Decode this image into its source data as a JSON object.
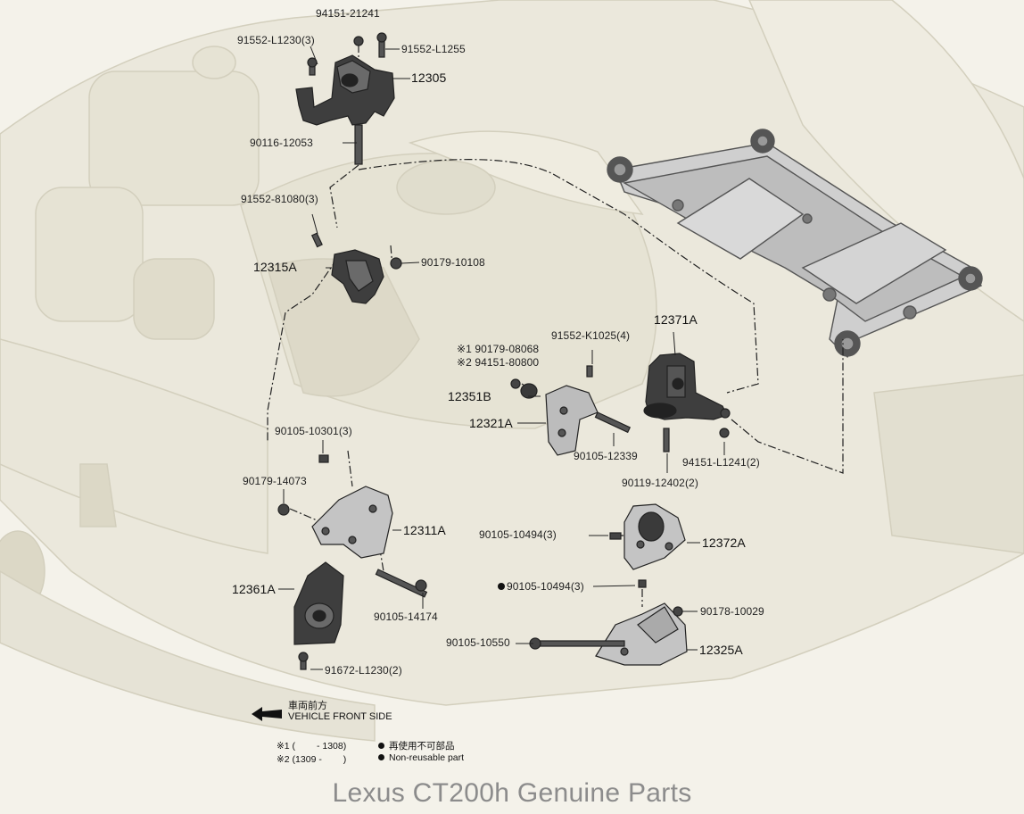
{
  "labels": {
    "p94151_21241": "94151-21241",
    "p91552_L1230_3": "91552-L1230(3)",
    "p91552_L1255": "91552-L1255",
    "p12305": "12305",
    "p90116_12053": "90116-12053",
    "p91552_81080_3": "91552-81080(3)",
    "p12315A": "12315A",
    "p90179_10108": "90179-10108",
    "p12371A": "12371A",
    "p91552_K1025_4": "91552-K1025(4)",
    "p90179_08068": "※1 90179-08068",
    "p94151_80800": "※2 94151-80800",
    "p12351B": "12351B",
    "p12321A": "12321A",
    "p90105_12339": "90105-12339",
    "p94151_L1241_2": "94151-L1241(2)",
    "p90119_12402_2": "90119-12402(2)",
    "p90105_10301_3": "90105-10301(3)",
    "p90179_14073": "90179-14073",
    "p12311A": "12311A",
    "p12361A": "12361A",
    "p90105_14174": "90105-14174",
    "p91672_L1230_2": "91672-L1230(2)",
    "p90105_10494_3a": "90105-10494(3)",
    "p12372A": "12372A",
    "p90105_10494_3b": "90105-10494(3)",
    "p90178_10029": "90178-10029",
    "p90105_10550": "90105-10550",
    "p12325A": "12325A"
  },
  "direction": {
    "jp": "車両前方",
    "en": "VEHICLE FRONT SIDE"
  },
  "legend": {
    "note1": "※1 (　　 - 1308)",
    "note2": "※2 (1309 - 　　)",
    "nonreusable_jp": "再使用不可部品",
    "nonreusable_en": "Non-reusable part"
  },
  "footer": {
    "title": "Lexus CT200h Genuine Parts"
  },
  "colors": {
    "background": "#f4f2ea",
    "engine_ghost": "#e4e1d2",
    "part_dark": "#3a3a3a",
    "subframe": "#c9c9c9",
    "footer_text": "#8c8c8c"
  }
}
